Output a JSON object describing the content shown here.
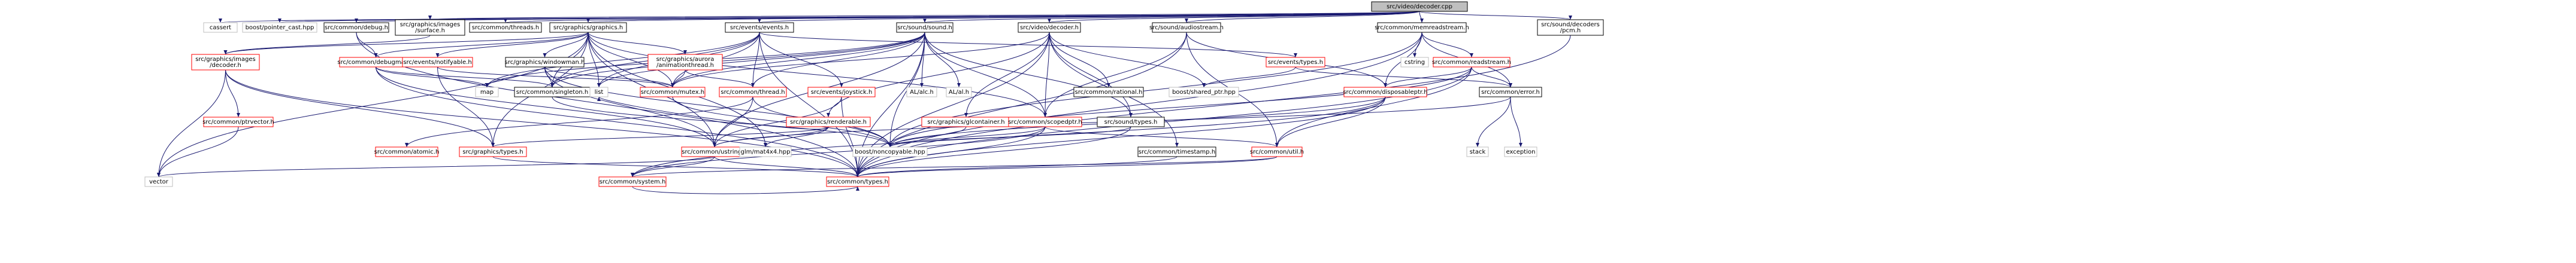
{
  "graph": {
    "nodes": [
      {
        "id": "root",
        "label": "src/video/decoder.cpp",
        "style": "root"
      },
      {
        "id": "cassert",
        "label": "cassert",
        "style": "sys"
      },
      {
        "id": "boost_pointer_cast",
        "label": "boost/pointer_cast.hpp",
        "style": "sys"
      },
      {
        "id": "debug_h",
        "label": "src/common/debug.h",
        "style": "link"
      },
      {
        "id": "gfx_images_surface",
        "label": "src/graphics/images\n/surface.h",
        "style": "link"
      },
      {
        "id": "threads_h",
        "label": "src/common/threads.h",
        "style": "link"
      },
      {
        "id": "graphics_h",
        "label": "src/graphics/graphics.h",
        "style": "link"
      },
      {
        "id": "events_h",
        "label": "src/events/events.h",
        "style": "link"
      },
      {
        "id": "sound_h",
        "label": "src/sound/sound.h",
        "style": "link"
      },
      {
        "id": "video_decoder_h",
        "label": "src/video/decoder.h",
        "style": "link"
      },
      {
        "id": "audiostream_h",
        "label": "src/sound/audiostream.h",
        "style": "link"
      },
      {
        "id": "memreadstream_h",
        "label": "src/common/memreadstream.h",
        "style": "link"
      },
      {
        "id": "pcm_h",
        "label": "src/sound/decoders\n/pcm.h",
        "style": "link"
      },
      {
        "id": "images_decoder_h",
        "label": "src/graphics/images\n/decoder.h",
        "style": "red"
      },
      {
        "id": "debugman_h",
        "label": "src/common/debugman.h",
        "style": "red"
      },
      {
        "id": "notifyable_h",
        "label": "src/events/notifyable.h",
        "style": "red"
      },
      {
        "id": "windowman_h",
        "label": "src/graphics/windowman.h",
        "style": "link"
      },
      {
        "id": "animthread_h",
        "label": "src/graphics/aurora\n/animationthread.h",
        "style": "red"
      },
      {
        "id": "events_types_h",
        "label": "src/events/types.h",
        "style": "red"
      },
      {
        "id": "cstring",
        "label": "cstring",
        "style": "sys"
      },
      {
        "id": "readstream_h",
        "label": "src/common/readstream.h",
        "style": "red"
      },
      {
        "id": "map",
        "label": "map",
        "style": "sys"
      },
      {
        "id": "singleton_h",
        "label": "src/common/singleton.h",
        "style": "link"
      },
      {
        "id": "list",
        "label": "list",
        "style": "sys"
      },
      {
        "id": "mutex_h",
        "label": "src/common/mutex.h",
        "style": "red"
      },
      {
        "id": "common_thread_h",
        "label": "src/common/thread.h",
        "style": "red"
      },
      {
        "id": "joystick_h",
        "label": "src/events/joystick.h",
        "style": "red"
      },
      {
        "id": "al_alc",
        "label": "AL/alc.h",
        "style": "sys"
      },
      {
        "id": "al_al",
        "label": "AL/al.h",
        "style": "sys"
      },
      {
        "id": "renderable_h",
        "label": "src/graphics/renderable.h",
        "style": "red"
      },
      {
        "id": "glcontainer_h",
        "label": "src/graphics/glcontainer.h",
        "style": "red"
      },
      {
        "id": "scopedptr_h",
        "label": "src/common/scopedptr.h",
        "style": "red"
      },
      {
        "id": "sound_types_h",
        "label": "src/sound/types.h",
        "style": "link"
      },
      {
        "id": "rational_h",
        "label": "src/common/rational.h",
        "style": "link"
      },
      {
        "id": "shared_ptr",
        "label": "boost/shared_ptr.hpp",
        "style": "sys"
      },
      {
        "id": "disposableptr_h",
        "label": "src/common/disposableptr.h",
        "style": "red"
      },
      {
        "id": "error_h",
        "label": "src/common/error.h",
        "style": "link"
      },
      {
        "id": "ptrvector_h",
        "label": "src/common/ptrvector.h",
        "style": "red"
      },
      {
        "id": "atomic_h",
        "label": "src/common/atomic.h",
        "style": "red"
      },
      {
        "id": "gfx_types_h",
        "label": "src/graphics/types.h",
        "style": "red"
      },
      {
        "id": "ustring_h",
        "label": "src/common/ustring.h",
        "style": "red"
      },
      {
        "id": "glm_mat4x4",
        "label": "glm/mat4x4.hpp",
        "style": "sys"
      },
      {
        "id": "noncopyable",
        "label": "boost/noncopyable.hpp",
        "style": "sys"
      },
      {
        "id": "timestamp_h",
        "label": "src/common/timestamp.h",
        "style": "link"
      },
      {
        "id": "util_h",
        "label": "src/common/util.h",
        "style": "red"
      },
      {
        "id": "stack",
        "label": "stack",
        "style": "sys"
      },
      {
        "id": "exception",
        "label": "exception",
        "style": "sys"
      },
      {
        "id": "vector",
        "label": "vector",
        "style": "sys"
      },
      {
        "id": "system_h",
        "label": "src/common/system.h",
        "style": "red"
      },
      {
        "id": "types_h",
        "label": "src/common/types.h",
        "style": "red"
      }
    ],
    "edges": [
      [
        "root",
        "cassert"
      ],
      [
        "root",
        "boost_pointer_cast"
      ],
      [
        "root",
        "debug_h"
      ],
      [
        "root",
        "gfx_images_surface"
      ],
      [
        "root",
        "threads_h"
      ],
      [
        "root",
        "graphics_h"
      ],
      [
        "root",
        "events_h"
      ],
      [
        "root",
        "sound_h"
      ],
      [
        "root",
        "video_decoder_h"
      ],
      [
        "root",
        "audiostream_h"
      ],
      [
        "root",
        "memreadstream_h"
      ],
      [
        "root",
        "pcm_h"
      ],
      [
        "debug_h",
        "debugman_h"
      ],
      [
        "debug_h",
        "types_h"
      ],
      [
        "gfx_images_surface",
        "images_decoder_h"
      ],
      [
        "graphics_h",
        "images_decoder_h"
      ],
      [
        "graphics_h",
        "debugman_h"
      ],
      [
        "graphics_h",
        "notifyable_h"
      ],
      [
        "graphics_h",
        "windowman_h"
      ],
      [
        "graphics_h",
        "animthread_h"
      ],
      [
        "graphics_h",
        "singleton_h"
      ],
      [
        "graphics_h",
        "list"
      ],
      [
        "graphics_h",
        "mutex_h"
      ],
      [
        "graphics_h",
        "vector"
      ],
      [
        "graphics_h",
        "gfx_types_h"
      ],
      [
        "graphics_h",
        "ustring_h"
      ],
      [
        "graphics_h",
        "glm_mat4x4"
      ],
      [
        "graphics_h",
        "scopedptr_h"
      ],
      [
        "events_h",
        "events_types_h"
      ],
      [
        "events_h",
        "singleton_h"
      ],
      [
        "events_h",
        "mutex_h"
      ],
      [
        "events_h",
        "common_thread_h"
      ],
      [
        "events_h",
        "joystick_h"
      ],
      [
        "events_h",
        "list"
      ],
      [
        "events_h",
        "map"
      ],
      [
        "events_h",
        "types_h"
      ],
      [
        "sound_h",
        "map"
      ],
      [
        "sound_h",
        "list"
      ],
      [
        "sound_h",
        "singleton_h"
      ],
      [
        "sound_h",
        "mutex_h"
      ],
      [
        "sound_h",
        "common_thread_h"
      ],
      [
        "sound_h",
        "al_alc"
      ],
      [
        "sound_h",
        "al_al"
      ],
      [
        "sound_h",
        "ustring_h"
      ],
      [
        "sound_h",
        "scopedptr_h"
      ],
      [
        "sound_h",
        "sound_types_h"
      ],
      [
        "sound_h",
        "types_h"
      ],
      [
        "sound_h",
        "noncopyable"
      ],
      [
        "video_decoder_h",
        "renderable_h"
      ],
      [
        "video_decoder_h",
        "glcontainer_h"
      ],
      [
        "video_decoder_h",
        "scopedptr_h"
      ],
      [
        "video_decoder_h",
        "sound_types_h"
      ],
      [
        "video_decoder_h",
        "rational_h"
      ],
      [
        "video_decoder_h",
        "shared_ptr"
      ],
      [
        "video_decoder_h",
        "timestamp_h"
      ],
      [
        "video_decoder_h",
        "mutex_h"
      ],
      [
        "video_decoder_h",
        "types_h"
      ],
      [
        "audiostream_h",
        "scopedptr_h"
      ],
      [
        "audiostream_h",
        "disposableptr_h"
      ],
      [
        "audiostream_h",
        "util_h"
      ],
      [
        "audiostream_h",
        "types_h"
      ],
      [
        "memreadstream_h",
        "readstream_h"
      ],
      [
        "memreadstream_h",
        "cstring"
      ],
      [
        "memreadstream_h",
        "disposableptr_h"
      ],
      [
        "memreadstream_h",
        "noncopyable"
      ],
      [
        "memreadstream_h",
        "error_h"
      ],
      [
        "memreadstream_h",
        "types_h"
      ],
      [
        "pcm_h",
        "types_h"
      ],
      [
        "images_decoder_h",
        "ptrvector_h"
      ],
      [
        "images_decoder_h",
        "gfx_types_h"
      ],
      [
        "images_decoder_h",
        "vector"
      ],
      [
        "images_decoder_h",
        "types_h"
      ],
      [
        "debugman_h",
        "map"
      ],
      [
        "debugman_h",
        "singleton_h"
      ],
      [
        "debugman_h",
        "ustring_h"
      ],
      [
        "debugman_h",
        "types_h"
      ],
      [
        "notifyable_h",
        "gfx_types_h"
      ],
      [
        "notifyable_h",
        "mutex_h"
      ],
      [
        "windowman_h",
        "singleton_h"
      ],
      [
        "windowman_h",
        "ustring_h"
      ],
      [
        "windowman_h",
        "noncopyable"
      ],
      [
        "windowman_h",
        "mutex_h"
      ],
      [
        "animthread_h",
        "mutex_h"
      ],
      [
        "animthread_h",
        "common_thread_h"
      ],
      [
        "events_types_h",
        "shared_ptr"
      ],
      [
        "events_types_h",
        "error_h"
      ],
      [
        "readstream_h",
        "noncopyable"
      ],
      [
        "readstream_h",
        "disposableptr_h"
      ],
      [
        "readstream_h",
        "types_h"
      ],
      [
        "readstream_h",
        "error_h"
      ],
      [
        "readstream_h",
        "util_h"
      ],
      [
        "singleton_h",
        "noncopyable"
      ],
      [
        "mutex_h",
        "noncopyable"
      ],
      [
        "common_thread_h",
        "atomic_h"
      ],
      [
        "common_thread_h",
        "ustring_h"
      ],
      [
        "common_thread_h",
        "noncopyable"
      ],
      [
        "joystick_h",
        "ustring_h"
      ],
      [
        "joystick_h",
        "types_h"
      ],
      [
        "renderable_h",
        "gfx_types_h"
      ],
      [
        "renderable_h",
        "list"
      ],
      [
        "renderable_h",
        "glm_mat4x4"
      ],
      [
        "renderable_h",
        "ustring_h"
      ],
      [
        "glcontainer_h",
        "noncopyable"
      ],
      [
        "scopedptr_h",
        "noncopyable"
      ],
      [
        "scopedptr_h",
        "system_h"
      ],
      [
        "scopedptr_h",
        "types_h"
      ],
      [
        "scopedptr_h",
        "util_h"
      ],
      [
        "sound_types_h",
        "noncopyable"
      ],
      [
        "sound_types_h",
        "types_h"
      ],
      [
        "disposableptr_h",
        "noncopyable"
      ],
      [
        "disposableptr_h",
        "system_h"
      ],
      [
        "disposableptr_h",
        "types_h"
      ],
      [
        "disposableptr_h",
        "util_h"
      ],
      [
        "error_h",
        "stack"
      ],
      [
        "error_h",
        "exception"
      ],
      [
        "error_h",
        "ustring_h"
      ],
      [
        "ptrvector_h",
        "vector"
      ],
      [
        "gfx_types_h",
        "types_h"
      ],
      [
        "ustring_h",
        "vector"
      ],
      [
        "ustring_h",
        "system_h"
      ],
      [
        "ustring_h",
        "types_h"
      ],
      [
        "timestamp_h",
        "types_h"
      ],
      [
        "util_h",
        "types_h"
      ],
      [
        "util_h",
        "system_h"
      ],
      [
        "system_h",
        "types_h"
      ]
    ]
  }
}
